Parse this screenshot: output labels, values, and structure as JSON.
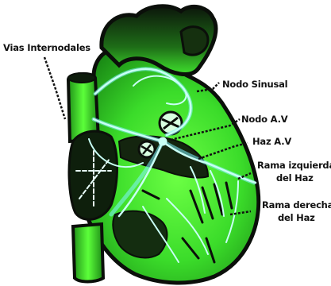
{
  "labels": {
    "vias_internodales": "Vias Internodales",
    "nodo_sinusal": "Nodo Sinusal",
    "nodo_av": "Nodo A.V",
    "haz_av": "Haz A.V",
    "rama_izquierda_1": "Rama izquierda",
    "rama_izquierda_2": "del Haz",
    "rama_derecha_1": "Rama derecha",
    "rama_derecha_2": "del Haz"
  },
  "colors": {
    "heart_green": "#39d62a",
    "bright_green": "#63ff3c",
    "dark": "#0a100a",
    "conduction": "#b8fff2",
    "conduction_glow": "#7ff4ff",
    "label_text": "#111111"
  }
}
